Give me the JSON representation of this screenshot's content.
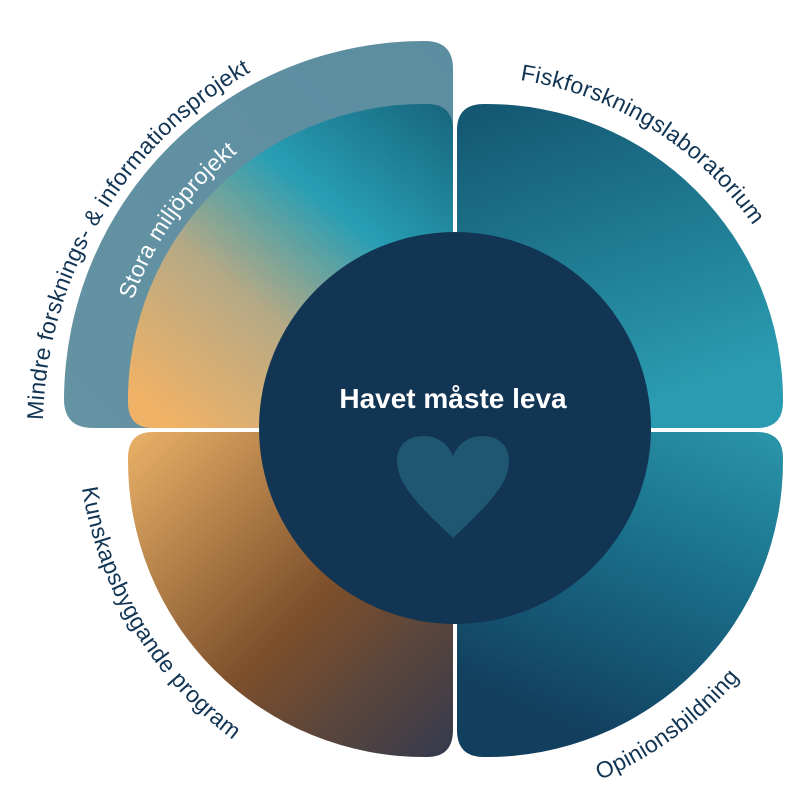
{
  "center": {
    "title": "Havet måste leva",
    "icon": "heart-icon"
  },
  "segments": {
    "outer_top_left": "Mindre forsknings- & informationsprojekt",
    "inner_top_left": "Stora miljöprojekt",
    "top_right": "Fiskforskningslaboratorium",
    "bottom_right": "Opinionsbildning",
    "bottom_left": "Kunskapsbyggande program"
  },
  "colors": {
    "center_fill": "#123554",
    "heart": "#1e5670",
    "label_text": "#123554",
    "label_text_light": "#ffffff",
    "outer_band": "#5f8fa2",
    "teal": "#2898ad",
    "navy_teal": "#145572",
    "sand": "#e9b36a",
    "brown": "#7c4f2b",
    "dark_slate": "#3a3a4a"
  }
}
